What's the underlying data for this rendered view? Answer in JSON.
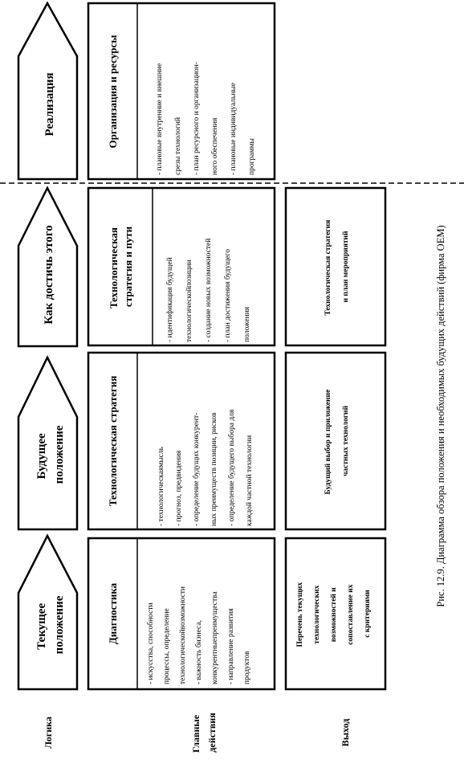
{
  "row_labels": {
    "logic": "Логика",
    "main_actions": [
      "Главные",
      "действия"
    ],
    "output": "Выход"
  },
  "stages": [
    {
      "logic": [
        "Текущее",
        "положение"
      ],
      "action_title": [
        "Диагностика"
      ],
      "action_items": [
        "- искусства, способности",
        "процессы, определение",
        "технологическойвозможности",
        "- важность бизнеса,",
        "конкурентныепреимущества",
        "- направление развития",
        "продуктов"
      ],
      "output": [
        "Перечень текущих",
        "технологических",
        "возможностей и",
        "сопоставление их",
        "с критериями"
      ]
    },
    {
      "logic": [
        "Будущее",
        "положение"
      ],
      "action_title": [
        "Технологическая стратегия"
      ],
      "action_items": [
        "- технологическаямысль",
        "- прогноз, предвидения",
        "- определение будущих конкурент-",
        "ных преимуществ позиции, рисков",
        "- определение будущего выбора для",
        "каждой частной технологии"
      ],
      "output": [
        "Будущий выбор и приложение",
        "частных технологий"
      ]
    },
    {
      "logic": [
        "Как достичь этого"
      ],
      "action_title": [
        "Технологическая",
        "стратегия и пути"
      ],
      "action_items": [
        "- идентификация будущей",
        "технологическойпозиции",
        "- создание новых возможностей",
        "- план достижения будущего",
        "положения"
      ],
      "output": [
        "Технологическая стратегия",
        "и план мероприятий"
      ]
    },
    {
      "logic": [
        "Реализация"
      ],
      "action_title": [
        "Организация и ресурсы"
      ],
      "action_items": [
        "- плановые внутренние и внешние",
        "срезы технологий",
        "- план ресурсного и организацион-",
        "ного обеспечения",
        "- плановые индивидуальные",
        "программы"
      ],
      "output": []
    }
  ],
  "caption": "Рис. 12.9. Диаграмма обзора положения и необходимых будущих действий (фирма OEM)"
}
